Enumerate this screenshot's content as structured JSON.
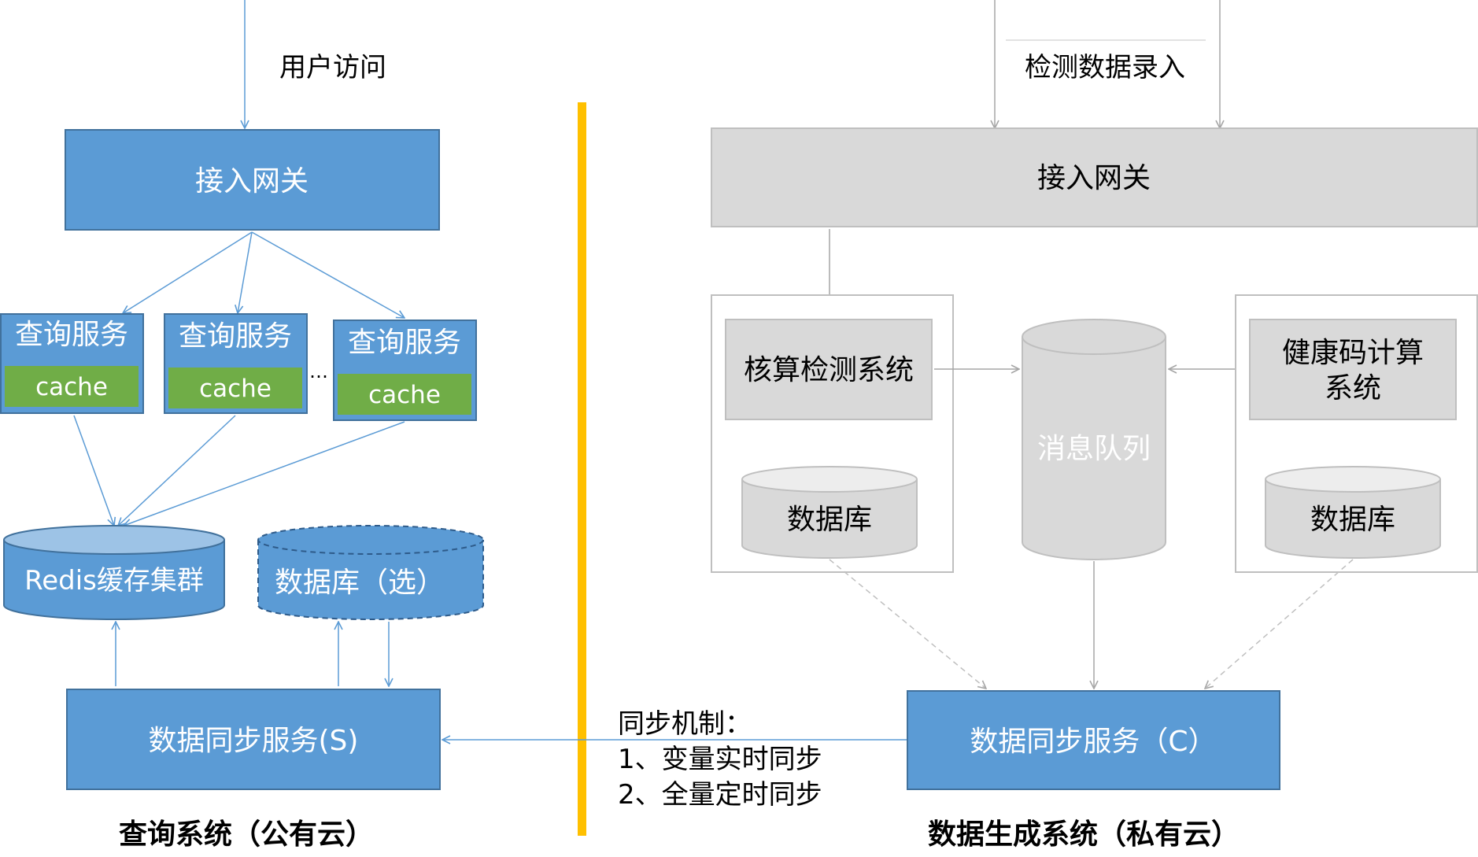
{
  "left": {
    "user_access": "用户访问",
    "gateway": "接入网关",
    "query_service": "查询服务",
    "cache": "cache",
    "ellipsis": "…",
    "redis": "Redis缓存集群",
    "db_optional": "数据库（选）",
    "sync_service": "数据同步服务(S)",
    "caption": "查询系统（公有云）"
  },
  "right": {
    "data_entry": "检测数据录入",
    "gateway": "接入网关",
    "test_system": "核算检测系统",
    "message_queue": "消息队列",
    "health_code_line1": "健康码计算",
    "health_code_line2": "系统",
    "database": "数据库",
    "sync_service": "数据同步服务（C）",
    "caption": "数据生成系统（私有云）"
  },
  "middle": {
    "sync_title": "同步机制：",
    "sync_item1": "1、变量实时同步",
    "sync_item2": "2、全量定时同步"
  },
  "colors": {
    "blue_fill": "#5b9bd5",
    "blue_stroke": "#41719c",
    "green_fill": "#70ad47",
    "gray_fill": "#d9d9d9",
    "gray_stroke": "#bfbfbf",
    "divider": "#ffc000",
    "arrow_blue": "#5b9bd5",
    "arrow_gray": "#bfbfbf"
  }
}
